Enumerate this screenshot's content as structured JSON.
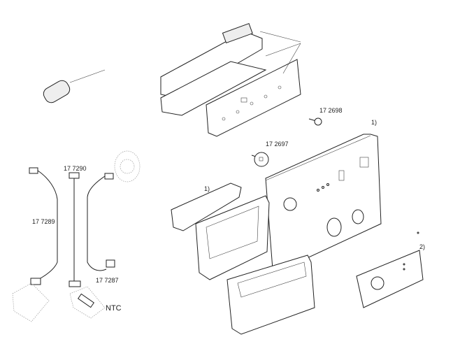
{
  "labels": {
    "control_board_label": "17 2698",
    "knob_small_label": "17 2697",
    "panel_ref": "1)",
    "seal_ref": "1)",
    "decal_ref": "2)",
    "harness_center": "17  7290",
    "harness_left": "17 7289",
    "harness_right": "17  7287",
    "sensor": "NTC"
  }
}
